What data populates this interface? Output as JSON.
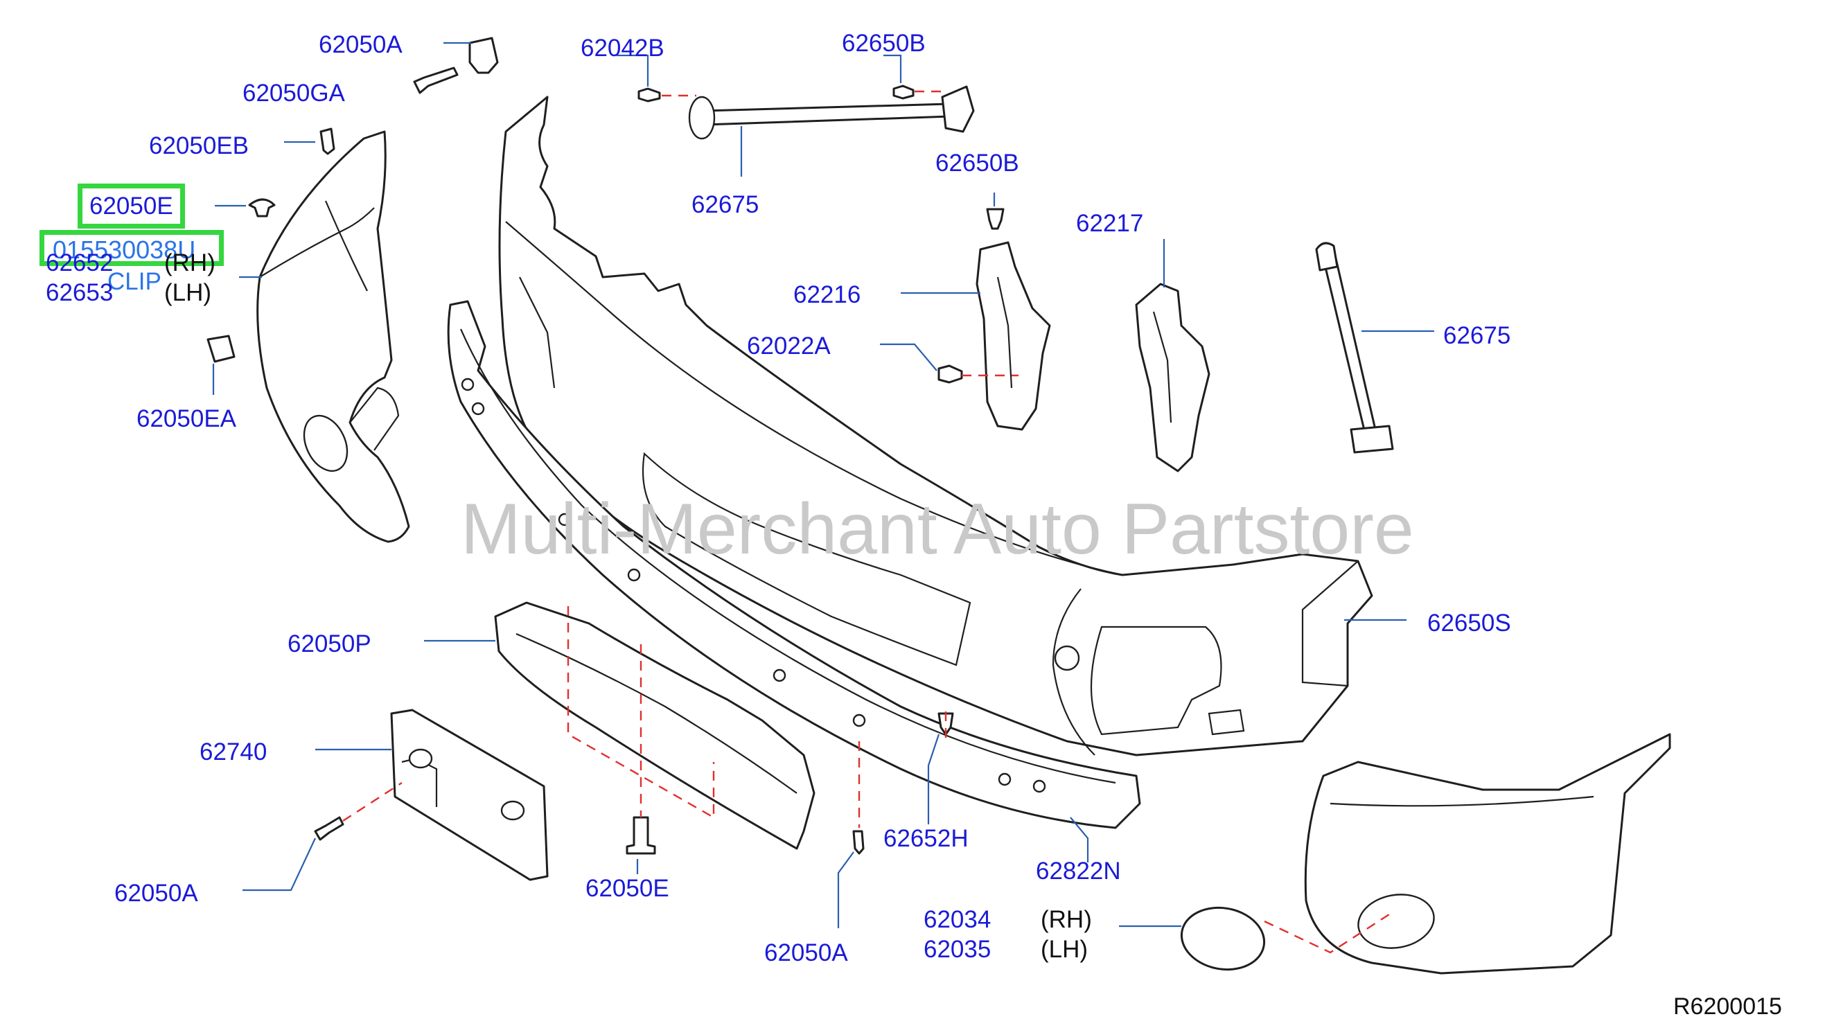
{
  "labels": {
    "p_62050A_top": "62050A",
    "p_62050GA": "62050GA",
    "p_62050EB": "62050EB",
    "p_62050E_top": "62050E",
    "p_015530038U": "015530038U",
    "p_62652": "62652",
    "p_62653": "62653",
    "rh_left": "(RH)",
    "lh_left": "(LH)",
    "clip": "CLIP",
    "p_62050EA": "62050EA",
    "p_62042B": "62042B",
    "p_62650B_top": "62650B",
    "p_62675_top": "62675",
    "p_62650B_mid": "62650B",
    "p_62217": "62217",
    "p_62216": "62216",
    "p_62022A": "62022A",
    "p_62675_right": "62675",
    "p_62650S": "62650S",
    "p_62050P": "62050P",
    "p_62740": "62740",
    "p_62050A_left": "62050A",
    "p_62050E_bottom": "62050E",
    "p_62050A_bottom": "62050A",
    "p_62652H": "62652H",
    "p_62822N": "62822N",
    "p_62034": "62034",
    "p_62035": "62035",
    "rh_right": "(RH)",
    "lh_right": "(LH)"
  },
  "watermark": "Multi-Merchant Auto Partstore",
  "reference_code": "R6200015",
  "colors": {
    "label_text": "#1a1ad8",
    "highlight_border": "#35d640",
    "leader_line": "#2a5fb0",
    "dashed_line": "#e0302d",
    "watermark": "#c9c9c9"
  }
}
